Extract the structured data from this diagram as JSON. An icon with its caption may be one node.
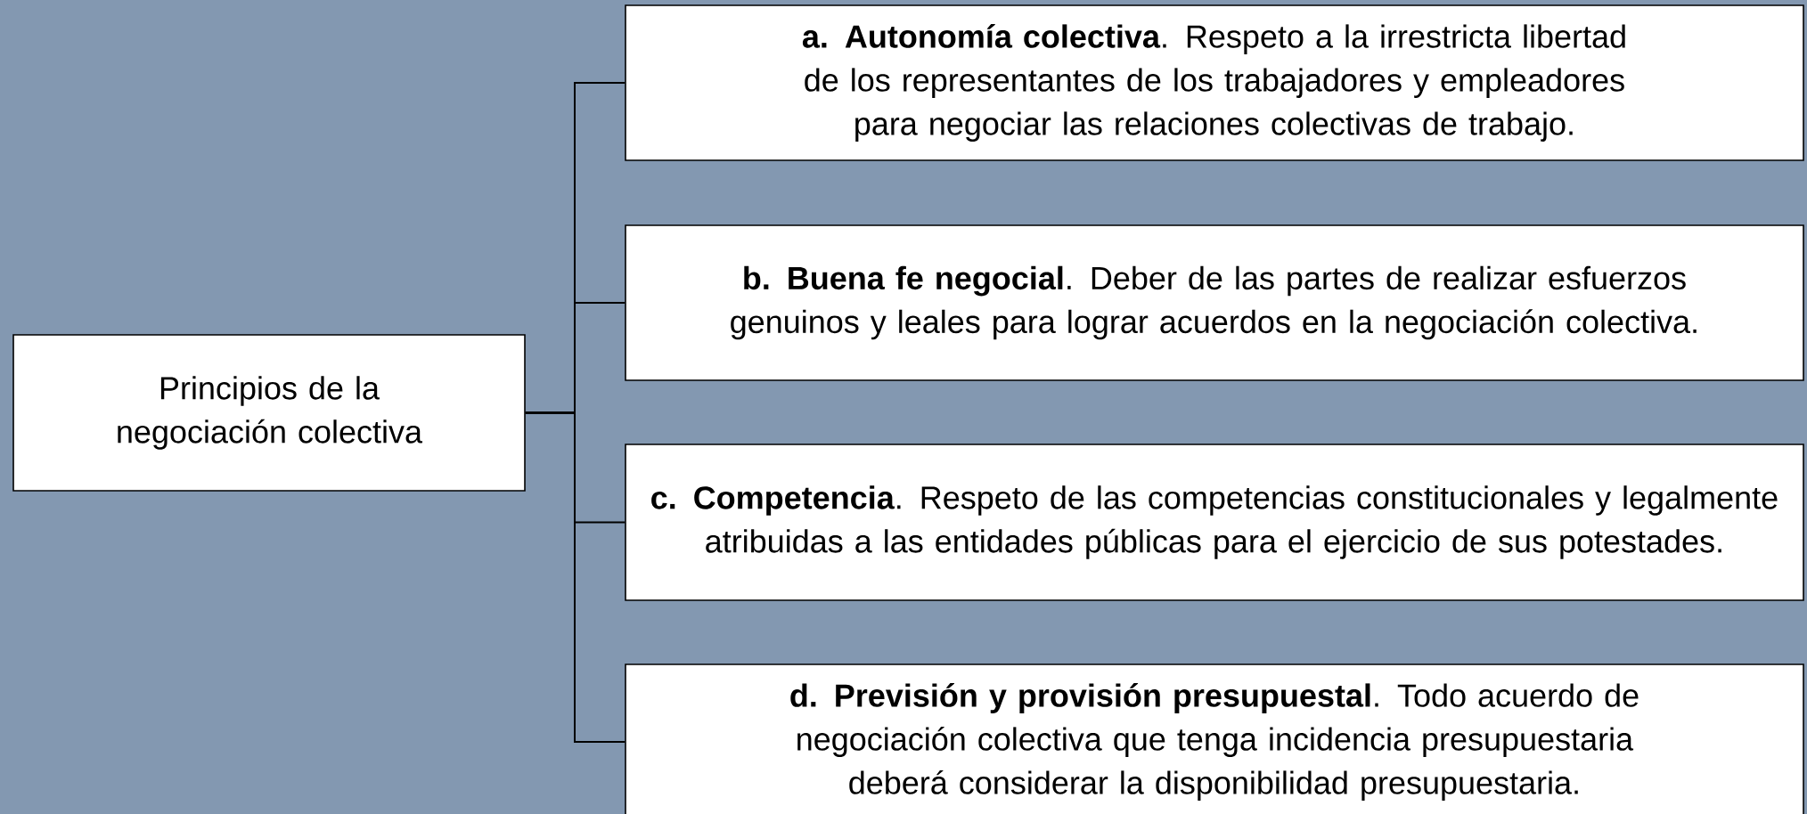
{
  "diagram": {
    "nodes": [
      {
        "text": [
          "Principios de la negociación colectiva"
        ]
      },
      {
        "text": [
          "**a. Autonomía colectiva**. Respeto a la irrestricta libertad de los representantes de los trabajadores y empleadores para negociar las relaciones colectivas de trabajo."
        ]
      },
      {
        "text": [
          "**b. Buena fe negocial**. Deber de las partes de realizar esfuerzos genuinos y leales para lograr acuerdos en la negociación colectiva."
        ]
      },
      {
        "text": [
          "**c. Competencia**. Respeto de las competencias constitucionales y legalmente atribuidas a las entidades públicas para el ejercicio de sus potestades."
        ]
      },
      {
        "text": [
          "**d. Previsión y provisión presupuestal**. Todo acuerdo de negociación colectiva que tenga incidencia presupuestaria deberá considerar la disponibilidad presupuestaria."
        ]
      }
    ],
    "edges": [
      {
        "from": 0,
        "to": 1,
        "arrow": "none"
      },
      {
        "from": 0,
        "to": 2,
        "arrow": "none"
      },
      {
        "from": 0,
        "to": 3,
        "arrow": "none"
      },
      {
        "from": 0,
        "to": 4,
        "arrow": "none"
      }
    ]
  }
}
